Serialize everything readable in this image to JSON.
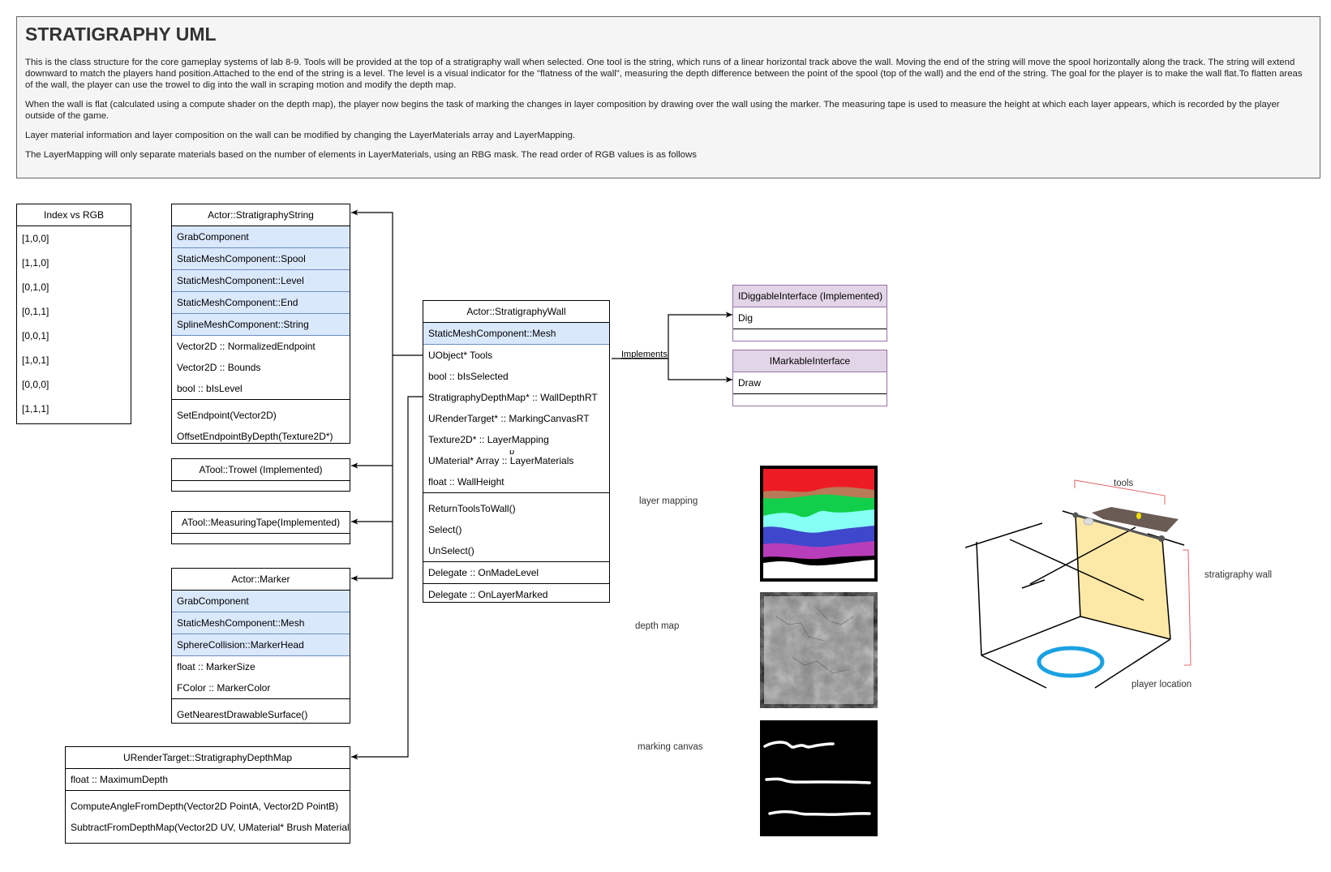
{
  "header": {
    "title": "STRATIGRAPHY UML",
    "paragraphs": [
      "This is the class structure for the core gameplay systems of lab 8-9. Tools will be provided at the top of a stratigraphy wall when selected. One tool is the string, which runs of a linear horizontal track above the wall. Moving the end of the string will move the spool horizontally along the track. The string will extend downward to match the players hand position.Attached to the end of the string is a level. The level is a visual indicator for the \"flatness of the wall\", measuring the depth difference between the point of the spool (top of the wall) and the end of the string. The goal for the player is to make the wall flat.To flatten areas of the wall, the player can use the trowel to dig into the wall in scraping motion and modify the depth map.",
      "When the wall is flat (calculated using a compute shader on the depth map), the player now begins the task of marking the changes in layer composition by drawing over the wall using the marker. The measuring tape is used to measure the height at which each layer appears, which is recorded by the player outside of the game.",
      "Layer material information and layer composition on the wall can be modified by changing the LayerMaterials array and LayerMapping.",
      "The LayerMapping will only separate materials based on the number of elements in LayerMaterials, using an RBG mask. The read order of RGB values is as follows"
    ]
  },
  "index_table": {
    "title": "Index vs RGB",
    "rows": [
      "[1,0,0]",
      "[1,1,0]",
      "[0,1,0]",
      "[0,1,1]",
      "[0,0,1]",
      "[1,0,1]",
      "[0,0,0]",
      "[1,1,1]"
    ]
  },
  "string_class": {
    "title": "Actor::StratigraphyString",
    "components": [
      "GrabComponent",
      "StaticMeshComponent::Spool",
      "StaticMeshComponent::Level",
      "StaticMeshComponent::End",
      "SplineMeshComponent::String"
    ],
    "fields": [
      "Vector2D :: NormalizedEndpoint",
      "Vector2D :: Bounds",
      "bool :: bIsLevel"
    ],
    "methods": [
      "SetEndpoint(Vector2D)",
      "OffsetEndpointByDepth(Texture2D*)"
    ]
  },
  "trowel_class": {
    "title": "ATool::Trowel (Implemented)"
  },
  "tape_class": {
    "title": "ATool::MeasuringTape(Implemented)"
  },
  "marker_class": {
    "title": "Actor::Marker",
    "components": [
      "GrabComponent",
      "StaticMeshComponent::Mesh",
      "SphereCollision::MarkerHead"
    ],
    "fields": [
      "float :: MarkerSize",
      "FColor :: MarkerColor"
    ],
    "methods": [
      "GetNearestDrawableSurface()"
    ]
  },
  "depthmap_class": {
    "title": "URenderTarget::StratigraphyDepthMap",
    "fields": [
      "float :: MaximumDepth"
    ],
    "methods": [
      "ComputeAngleFromDepth(Vector2D PointA, Vector2D PointB)",
      "SubtractFromDepthMap(Vector2D UV, UMaterial* Brush Material)"
    ]
  },
  "wall_class": {
    "title": "Actor::StratigraphyWall",
    "components": [
      "StaticMeshComponent::Mesh"
    ],
    "fields": [
      "UObject* Tools",
      "bool :: bIsSelected",
      "StratigraphyDepthMap* :: WallDepthRT",
      "URenderTarget* :: MarkingCanvasRT",
      "Texture2D* :: LayerMapping",
      "UMaterial* Array :: LayerMaterials",
      "float :: WallHeight"
    ],
    "stray_char": "b",
    "methods": [
      "ReturnToolsToWall()",
      "Select()",
      "UnSelect()"
    ],
    "delegates": [
      "Delegate :: OnMadeLevel",
      "Delegate :: OnLayerMarked"
    ]
  },
  "edge_label": "Implements",
  "diggable_interface": {
    "title": "IDiggableInterface (Implemented)",
    "rows": [
      "Dig"
    ]
  },
  "markable_interface": {
    "title": "IMarkableInterface",
    "rows": [
      "Draw"
    ]
  },
  "images": {
    "layer_mapping_label": "layer mapping",
    "depth_map_label": "depth map",
    "marking_canvas_label": "marking canvas",
    "layer_colors": [
      "#ed1c24",
      "#b97a57",
      "#11cf4a",
      "#86fff5",
      "#3f48cc",
      "#b83dba",
      "#000000",
      "#ffffff"
    ]
  },
  "sketch": {
    "tools_label": "tools",
    "wall_label": "stratigraphy wall",
    "player_label": "player location",
    "wall_color": "#fde9a7",
    "ring_color": "#1ba1e2",
    "bracket_color": "#e06666"
  }
}
